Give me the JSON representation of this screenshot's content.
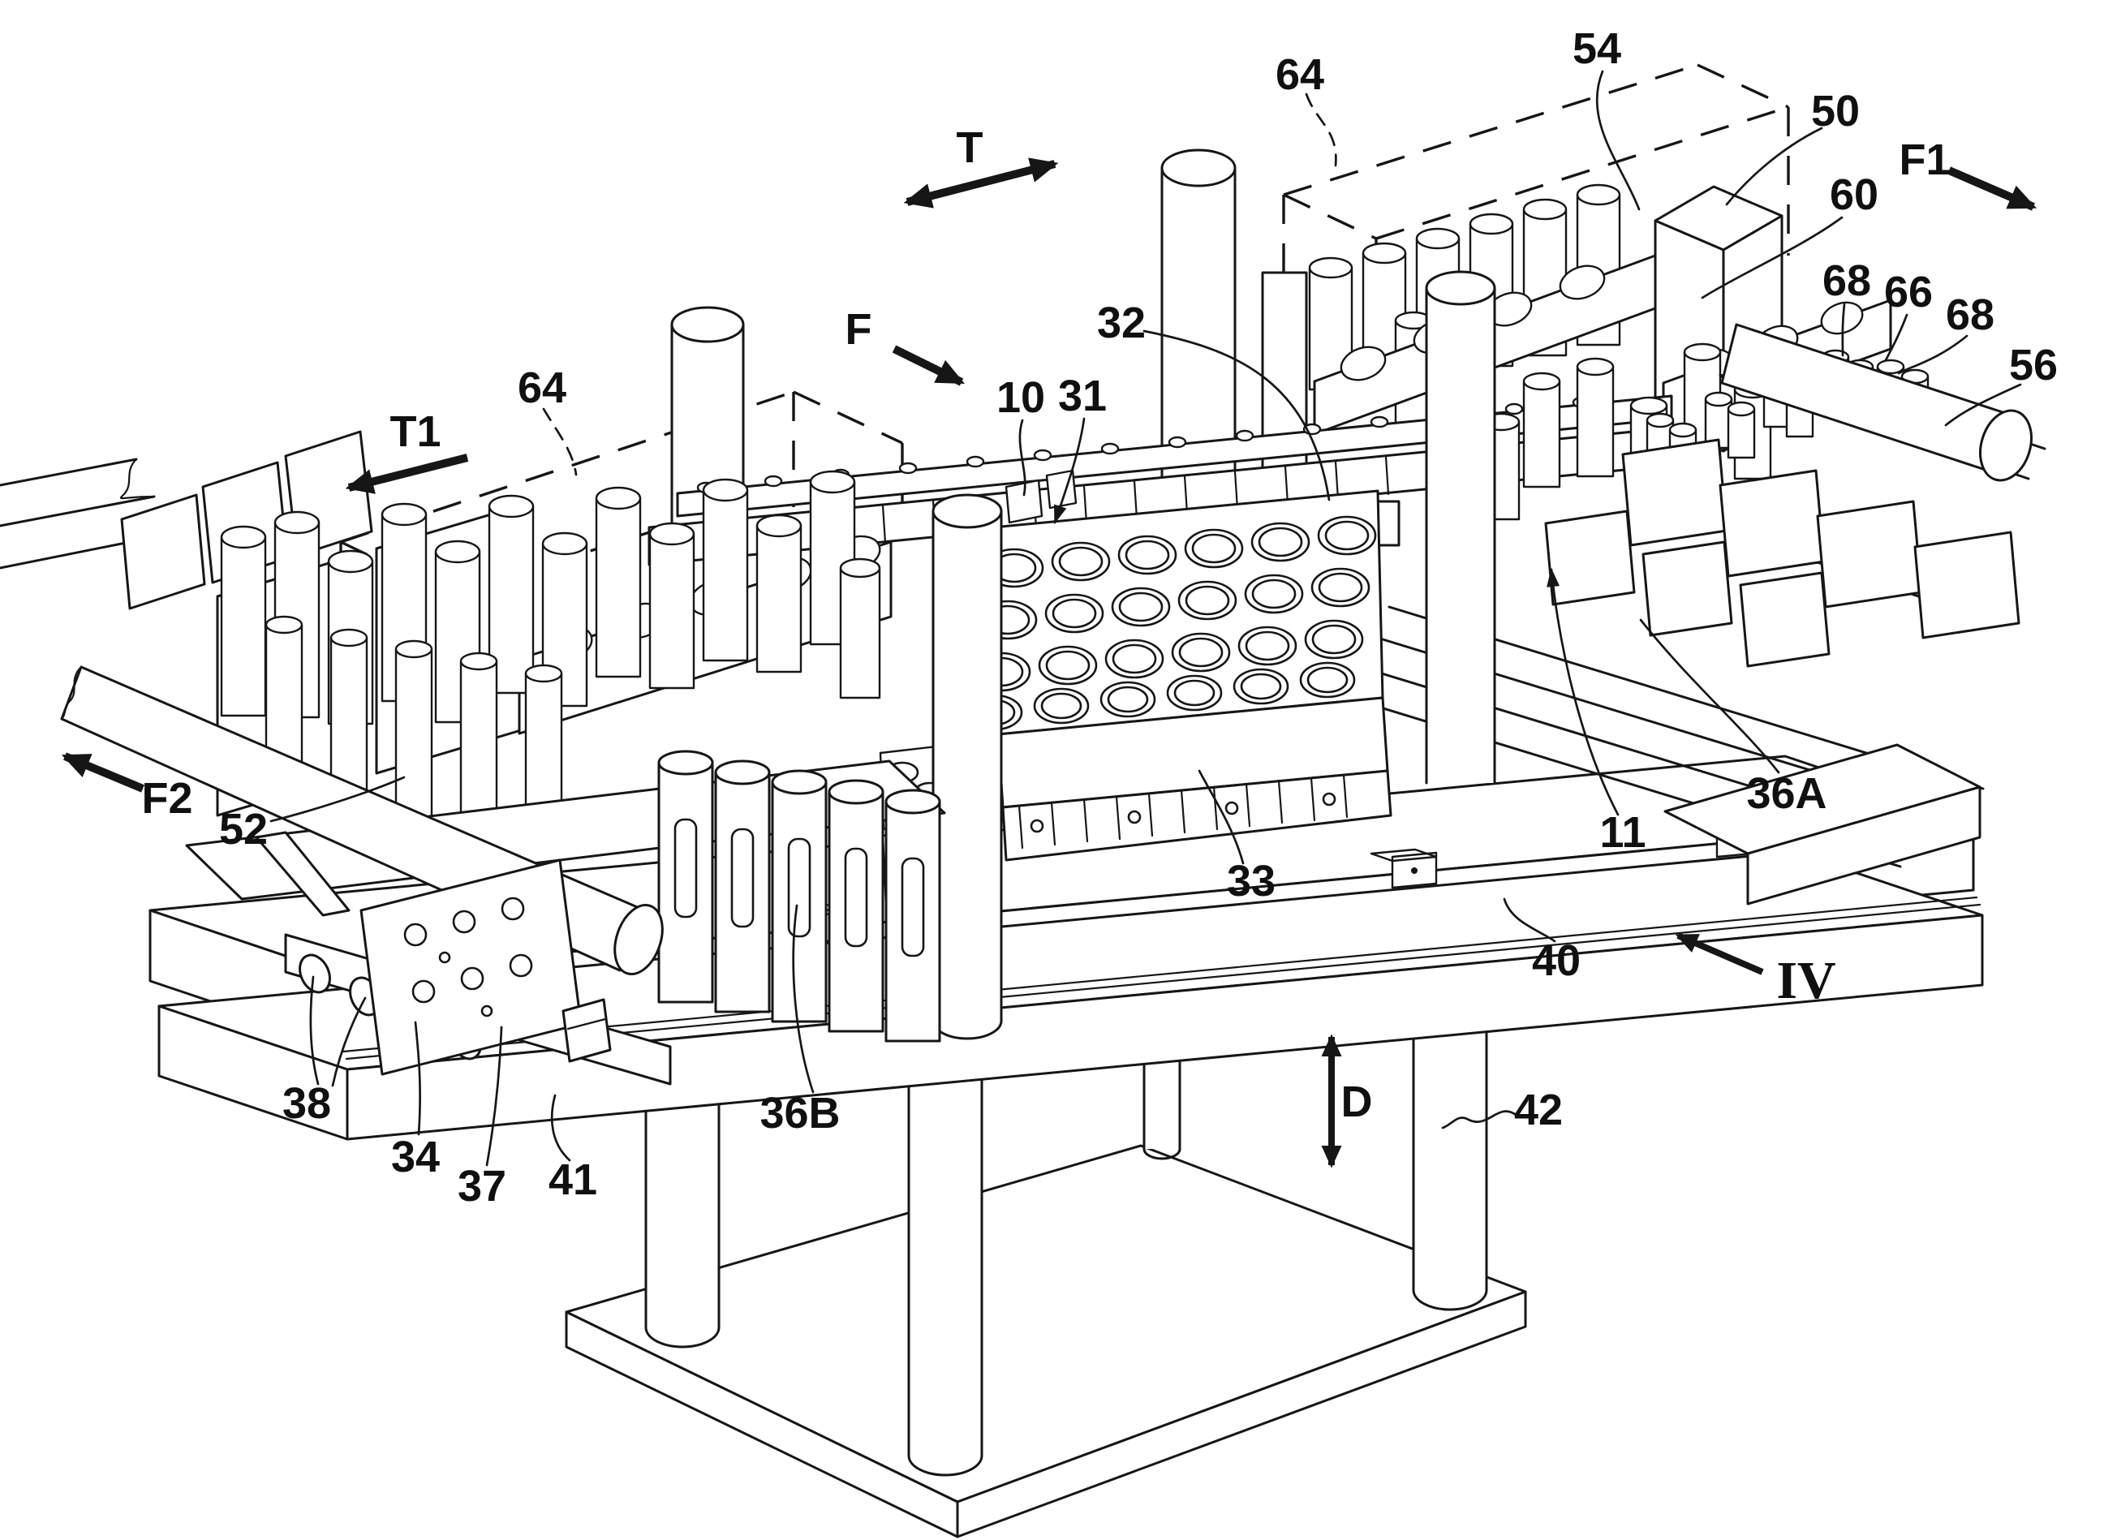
{
  "figure": {
    "type": "patent-line-drawing",
    "background_color": "#ffffff",
    "ink_color": "#161616",
    "labels": [
      {
        "text": "T"
      },
      {
        "text": "64"
      },
      {
        "text": "54"
      },
      {
        "text": "50"
      },
      {
        "text": "F1"
      },
      {
        "text": "60"
      },
      {
        "text": "68"
      },
      {
        "text": "66"
      },
      {
        "text": "68"
      },
      {
        "text": "56"
      },
      {
        "text": "32"
      },
      {
        "text": "F"
      },
      {
        "text": "10"
      },
      {
        "text": "31"
      },
      {
        "text": "T1"
      },
      {
        "text": "64"
      },
      {
        "text": "F2"
      },
      {
        "text": "52"
      },
      {
        "text": "36A"
      },
      {
        "text": "11"
      },
      {
        "text": "33"
      },
      {
        "text": "40"
      },
      {
        "text": "IV"
      },
      {
        "text": "D"
      },
      {
        "text": "42"
      },
      {
        "text": "38"
      },
      {
        "text": "34"
      },
      {
        "text": "37"
      },
      {
        "text": "41"
      },
      {
        "text": "36B"
      }
    ],
    "arrows": [
      {
        "label": "T",
        "heads": 2,
        "direction": "diagonal"
      },
      {
        "label": "T1",
        "heads": 1,
        "direction": "down-left"
      },
      {
        "label": "F",
        "heads": 1,
        "direction": "down-right"
      },
      {
        "label": "F1",
        "heads": 1,
        "direction": "down-right"
      },
      {
        "label": "F2",
        "heads": 1,
        "direction": "up-left"
      },
      {
        "label": "D",
        "heads": 2,
        "direction": "vertical"
      },
      {
        "label": "IV",
        "heads": 1,
        "direction": "up-left"
      }
    ]
  }
}
